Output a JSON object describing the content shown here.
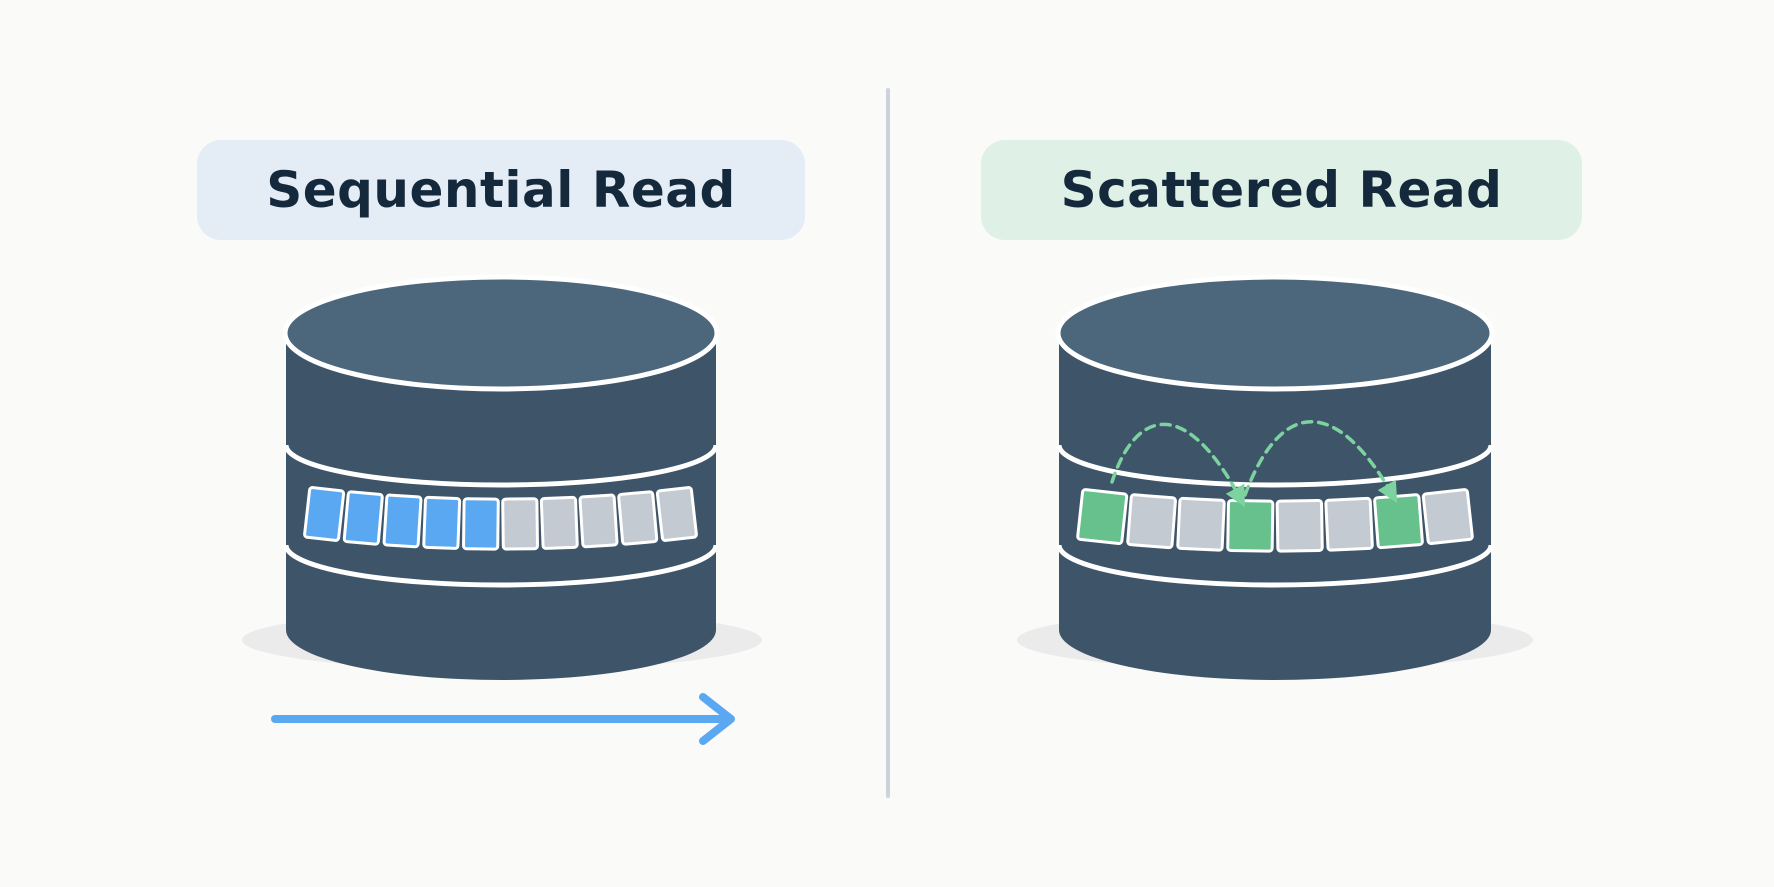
{
  "panels": {
    "left": {
      "title": "Sequential Read",
      "pill_color": "#e4ecf5",
      "block_states": [
        "read",
        "read",
        "read",
        "read",
        "read",
        "idle",
        "idle",
        "idle",
        "idle",
        "idle"
      ],
      "read_color": "#5ba8f2",
      "has_direction_arrow": true,
      "arrow_color": "#5ba8f2"
    },
    "right": {
      "title": "Scattered Read",
      "pill_color": "#dff0e6",
      "block_states": [
        "read",
        "idle",
        "idle",
        "read",
        "idle",
        "idle",
        "read",
        "idle"
      ],
      "read_color": "#66c18c",
      "has_jump_arrows": true,
      "jump_arrow_color": "#7dd3a0"
    }
  },
  "colors": {
    "background": "#fafaf8",
    "disk_top": "#4c667c",
    "disk_body": "#3e5468",
    "disk_rim": "#ffffff",
    "block_idle": "#c4cad2",
    "shadow": "#ebebeb",
    "divider": "#cdd3db"
  }
}
